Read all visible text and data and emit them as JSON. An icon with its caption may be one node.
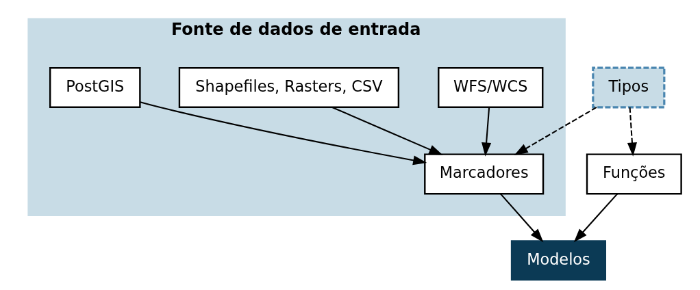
{
  "diagram": {
    "nodes": [
      {
        "text": [
          "Fonte de dados de entrada"
        ]
      },
      {
        "text": [
          "WFS/WCS"
        ],
        "in": 0
      },
      {
        "text": [
          "Shapefiles, Rasters, CSV"
        ],
        "in": 0
      },
      {
        "text": [
          "PostGIS"
        ],
        "in": 0
      },
      {
        "text": [
          "Marcadores"
        ],
        "in": 0
      },
      {
        "text": [
          "Tipos"
        ]
      },
      {
        "text": [
          "Funções"
        ]
      },
      {
        "text": [
          "Modelos"
        ]
      }
    ],
    "edges": [
      {
        "from": 1,
        "to": 4,
        "arrow": "to"
      },
      {
        "from": 2,
        "to": 4,
        "arrow": "to"
      },
      {
        "from": 3,
        "to": 4,
        "arrow": "to"
      },
      {
        "from": 5,
        "to": 4,
        "arrow": "to",
        "style": "dashed"
      },
      {
        "from": 5,
        "to": 6,
        "arrow": "to",
        "style": "dashed"
      },
      {
        "from": 4,
        "to": 7,
        "arrow": "to"
      },
      {
        "from": 6,
        "to": 7,
        "arrow": "to"
      }
    ]
  }
}
